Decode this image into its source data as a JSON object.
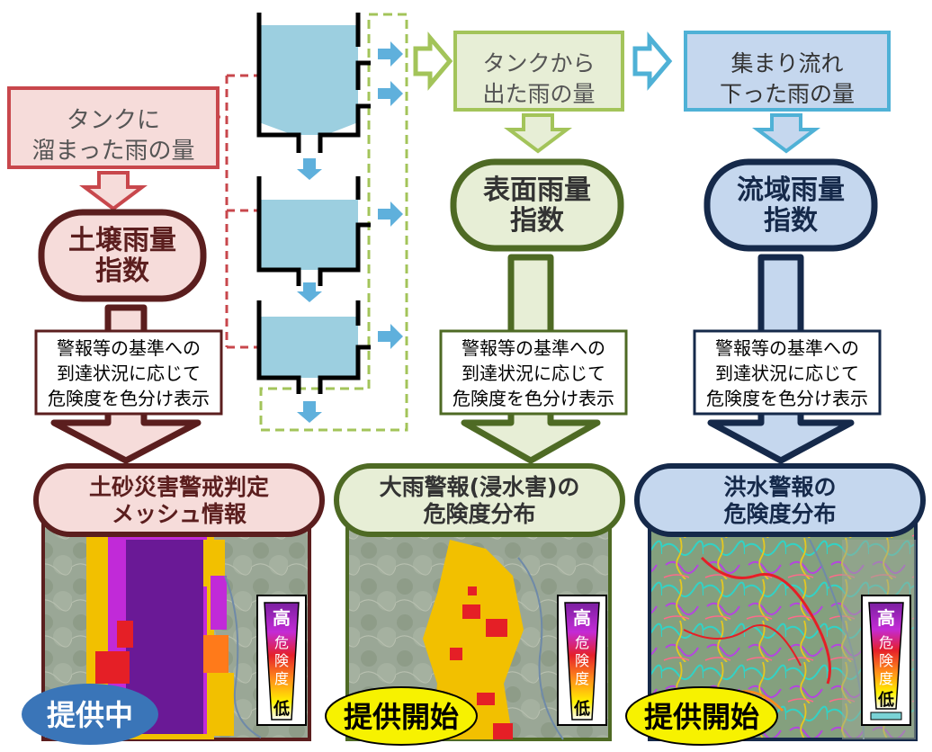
{
  "colors": {
    "soil_dark": "#5b1e1e",
    "soil_fill": "#f6dcda",
    "soil_border": "#c8474c",
    "surface_dark": "#4e6a24",
    "surface_fill": "#e7eed6",
    "surface_light": "#a3c45a",
    "basin_dark": "#15294a",
    "basin_fill": "#c5d7ee",
    "basin_light": "#4fb1d6",
    "tank_water": "#9ccfe0",
    "water_arrow": "#5fb0dc",
    "badge_blue": "#3a75b8",
    "badge_yellow": "#f7f200"
  },
  "tank_model": {
    "stored_label": "タンクに\n溜まった雨の量",
    "outflow_label": "タンクから\n出た雨の量",
    "collected_label": "集まり流れ\n下った雨の量"
  },
  "indices": {
    "soil": "土壌雨量\n指数",
    "surface": "表面雨量\n指数",
    "basin": "流域雨量\n指数"
  },
  "criteria_text": "警報等の基準への\n到達状況に応じて\n危険度を色分け表示",
  "products": [
    {
      "title": "土砂災害警戒判定\nメッシュ情報",
      "status": "提供中",
      "status_style": "blue"
    },
    {
      "title": "大雨警報(浸水害)の\n危険度分布",
      "status": "提供開始",
      "status_style": "yellow"
    },
    {
      "title": "洪水警報の\n危険度分布",
      "status": "提供開始",
      "status_style": "yellow"
    }
  ],
  "legend": {
    "high": "高",
    "middle": "危\n険\n度",
    "low": "低"
  }
}
